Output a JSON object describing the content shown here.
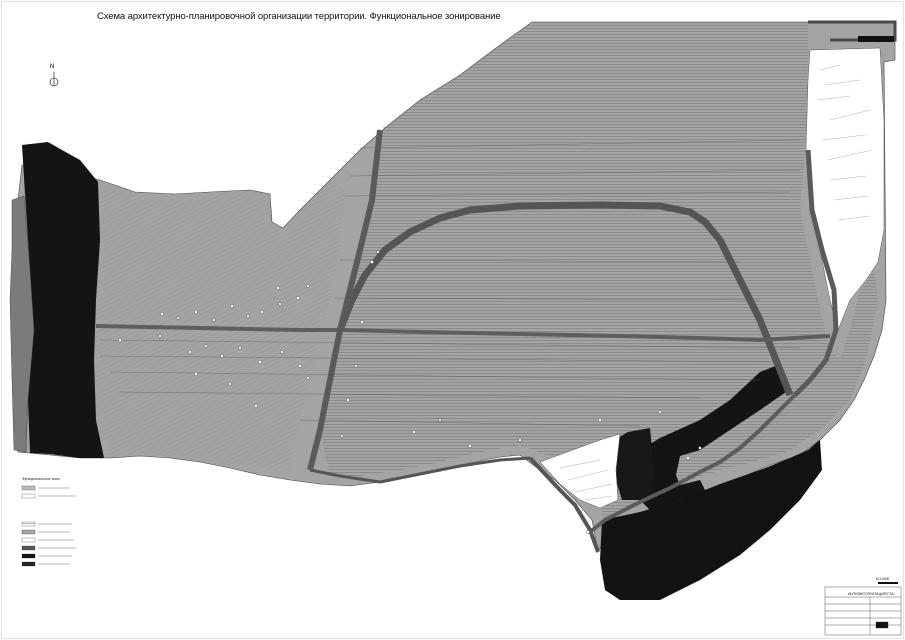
{
  "title": "Схема архитектурно-планировочной организации территории. Функциональное зонирование",
  "north_symbol": "N",
  "stamp": {
    "title": "АНТИЭКСПЛУАТАЦИЯ ГЗА"
  },
  "scale_text": "М 1:5000",
  "legend_caption": "Функциональные зоны",
  "colors": {
    "land": "#a4a4a4",
    "land_light": "#bdbdbd",
    "dark_zone": "#111111",
    "road": "#5b5b5b",
    "hatch": "#6f6f6f",
    "paper": "#ffffff"
  }
}
